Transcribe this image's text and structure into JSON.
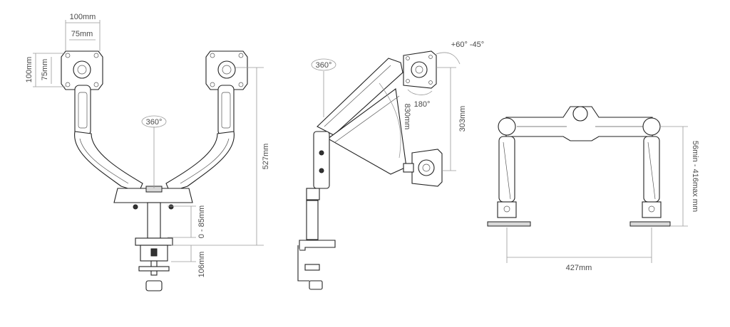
{
  "front_view": {
    "vesa_outer": "100mm",
    "vesa_inner": "75mm",
    "vesa_outer_v": "100mm",
    "vesa_inner_v": "75mm",
    "rotation": "360°",
    "total_height": "527mm",
    "height_adjust": "0 - 85mm",
    "clamp_height": "106mm"
  },
  "side_view": {
    "rotation": "360°",
    "tilt": "+60°  -45°",
    "swivel": "180°",
    "reach": "830mm",
    "vertical_travel": "303mm"
  },
  "top_view": {
    "width": "427mm",
    "height_range": "56min - 416max mm"
  }
}
